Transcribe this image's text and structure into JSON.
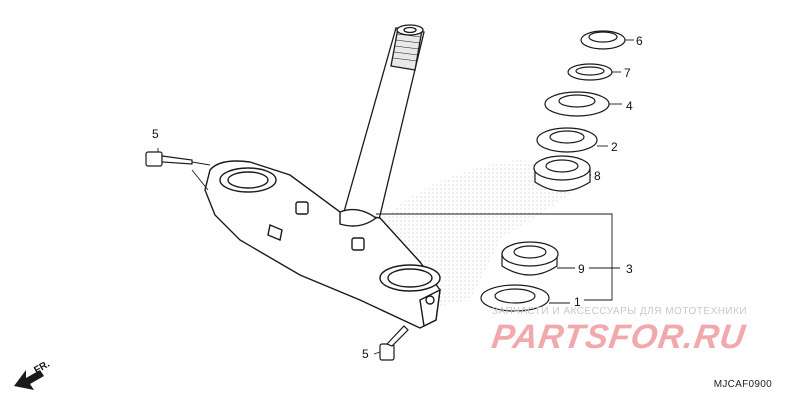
{
  "callouts": {
    "c1": "1",
    "c2": "2",
    "c3": "3",
    "c4": "4",
    "c5_top": "5",
    "c5_bottom": "5",
    "c6": "6",
    "c7": "7",
    "c8": "8",
    "c9": "9"
  },
  "direction_label": "FR.",
  "diagram_code": "MJCAF0900",
  "watermark": {
    "text": "ЗАПЧАСТИ И АКСЕССУАРЫ ДЛЯ МОТОТЕХНИКИ",
    "logo": "PARTSFOR.RU"
  },
  "colors": {
    "line": "#1a1a1a",
    "watermark_logo": "#f2a9ad",
    "watermark_text": "#c9c9c9"
  }
}
